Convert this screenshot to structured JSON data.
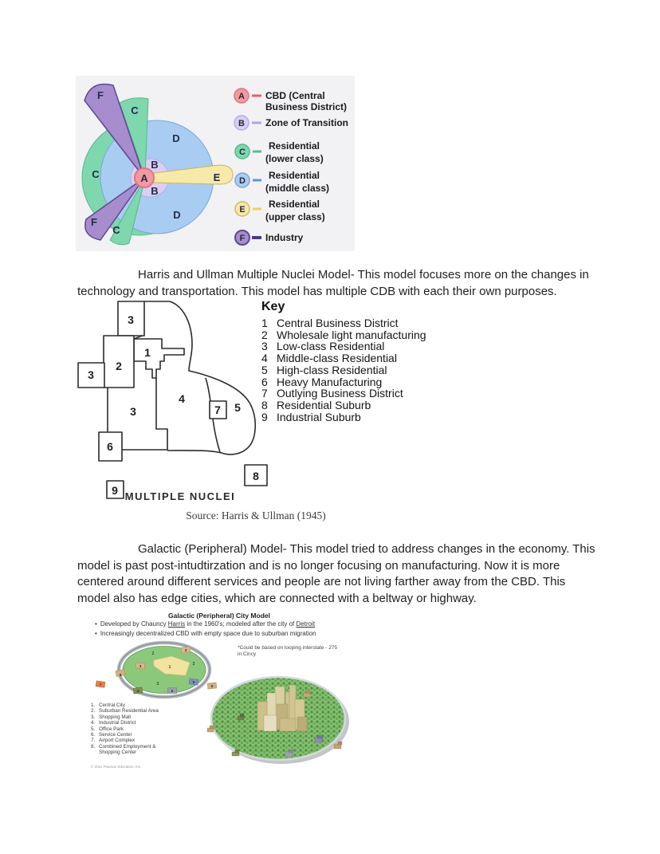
{
  "doc": {
    "para1": "Harris and Ullman Multiple Nuclei Model- This model focuses more on the changes in technology and transportation. This model has multiple CDB with each their own purposes.",
    "para2": "Galactic (Peripheral) Model- This model tried to address changes in the economy. This model is past post-intudtirzation and is no longer focusing on manufacturing. Now it is more centered around different services and people are not living farther away from the CBD. This model also has edge cities, which are connected with a beltway or highway."
  },
  "sector_model": {
    "map_labels": [
      "F",
      "C",
      "D",
      "C",
      "B",
      "A",
      "B",
      "E",
      "D",
      "F",
      "C"
    ],
    "legend": [
      {
        "letter": "A",
        "line1": "CBD (Central",
        "line2": "Business District)"
      },
      {
        "letter": "B",
        "line1": "Zone of Transition",
        "line2": ""
      },
      {
        "letter": "C",
        "line1": "Residential",
        "line2": "(lower class)"
      },
      {
        "letter": "D",
        "line1": "Residential",
        "line2": "(middle class)"
      },
      {
        "letter": "E",
        "line1": "Residential",
        "line2": "(upper class)"
      },
      {
        "letter": "F",
        "line1": "Industry",
        "line2": ""
      }
    ],
    "colors": {
      "cbd_pink": "#f29aa1",
      "transition_lavender": "#d8cff3",
      "lower_green": "#7fd7ae",
      "middle_blue": "#a9cdf2",
      "upper_yellow": "#f7e9aa",
      "industry_purple": "#a78cce"
    }
  },
  "nuclei": {
    "key_title": "Key",
    "key_items": [
      {
        "num": "1",
        "label": "Central Business District"
      },
      {
        "num": "2",
        "label": "Wholesale light manufacturing"
      },
      {
        "num": "3",
        "label": "Low-class Residential"
      },
      {
        "num": "4",
        "label": "Middle-class Residential"
      },
      {
        "num": "5",
        "label": "High-class Residential"
      },
      {
        "num": "6",
        "label": "Heavy Manufacturing"
      },
      {
        "num": "7",
        "label": "Outlying Business District"
      },
      {
        "num": "8",
        "label": "Residential Suburb"
      },
      {
        "num": "9",
        "label": "Industrial Suburb"
      }
    ],
    "map_labels": [
      "3",
      "2",
      "3",
      "1",
      "4",
      "7",
      "5",
      "3",
      "6",
      "9",
      "8"
    ],
    "caption": "MULTIPLE NUCLEI",
    "source": "Source: Harris & Ullman (1945)"
  },
  "galactic": {
    "title": "Galactic (Peripheral) City Model",
    "bullet1": {
      "s1": "Developed by Chauncy ",
      "u1": "Harris",
      "s2": " in the 1960's; modeled after the city of ",
      "u2": "Detroit"
    },
    "bullet2": "Increasingly decentralized CBD with empty space due to suburban migration",
    "note1": "*Could be based on looping interstate - 275",
    "note2": "in Cincy",
    "legend_items": [
      {
        "num": "1.",
        "label": "Central City"
      },
      {
        "num": "2.",
        "label": "Suburban Residential Area"
      },
      {
        "num": "3.",
        "label": "Shopping Mall"
      },
      {
        "num": "4.",
        "label": "Industrial District"
      },
      {
        "num": "5.",
        "label": "Office Park"
      },
      {
        "num": "6.",
        "label": "Service Center"
      },
      {
        "num": "7.",
        "label": "Airport Complex"
      },
      {
        "num": "8.",
        "label": "Combined Employment & Shopping Center"
      }
    ],
    "copyright": "© 2011 Pearson Education, Inc.",
    "map_labels": [
      "1",
      "2",
      "2",
      "2",
      "3",
      "3",
      "8",
      "7",
      "4",
      "6",
      "5",
      "5"
    ]
  }
}
